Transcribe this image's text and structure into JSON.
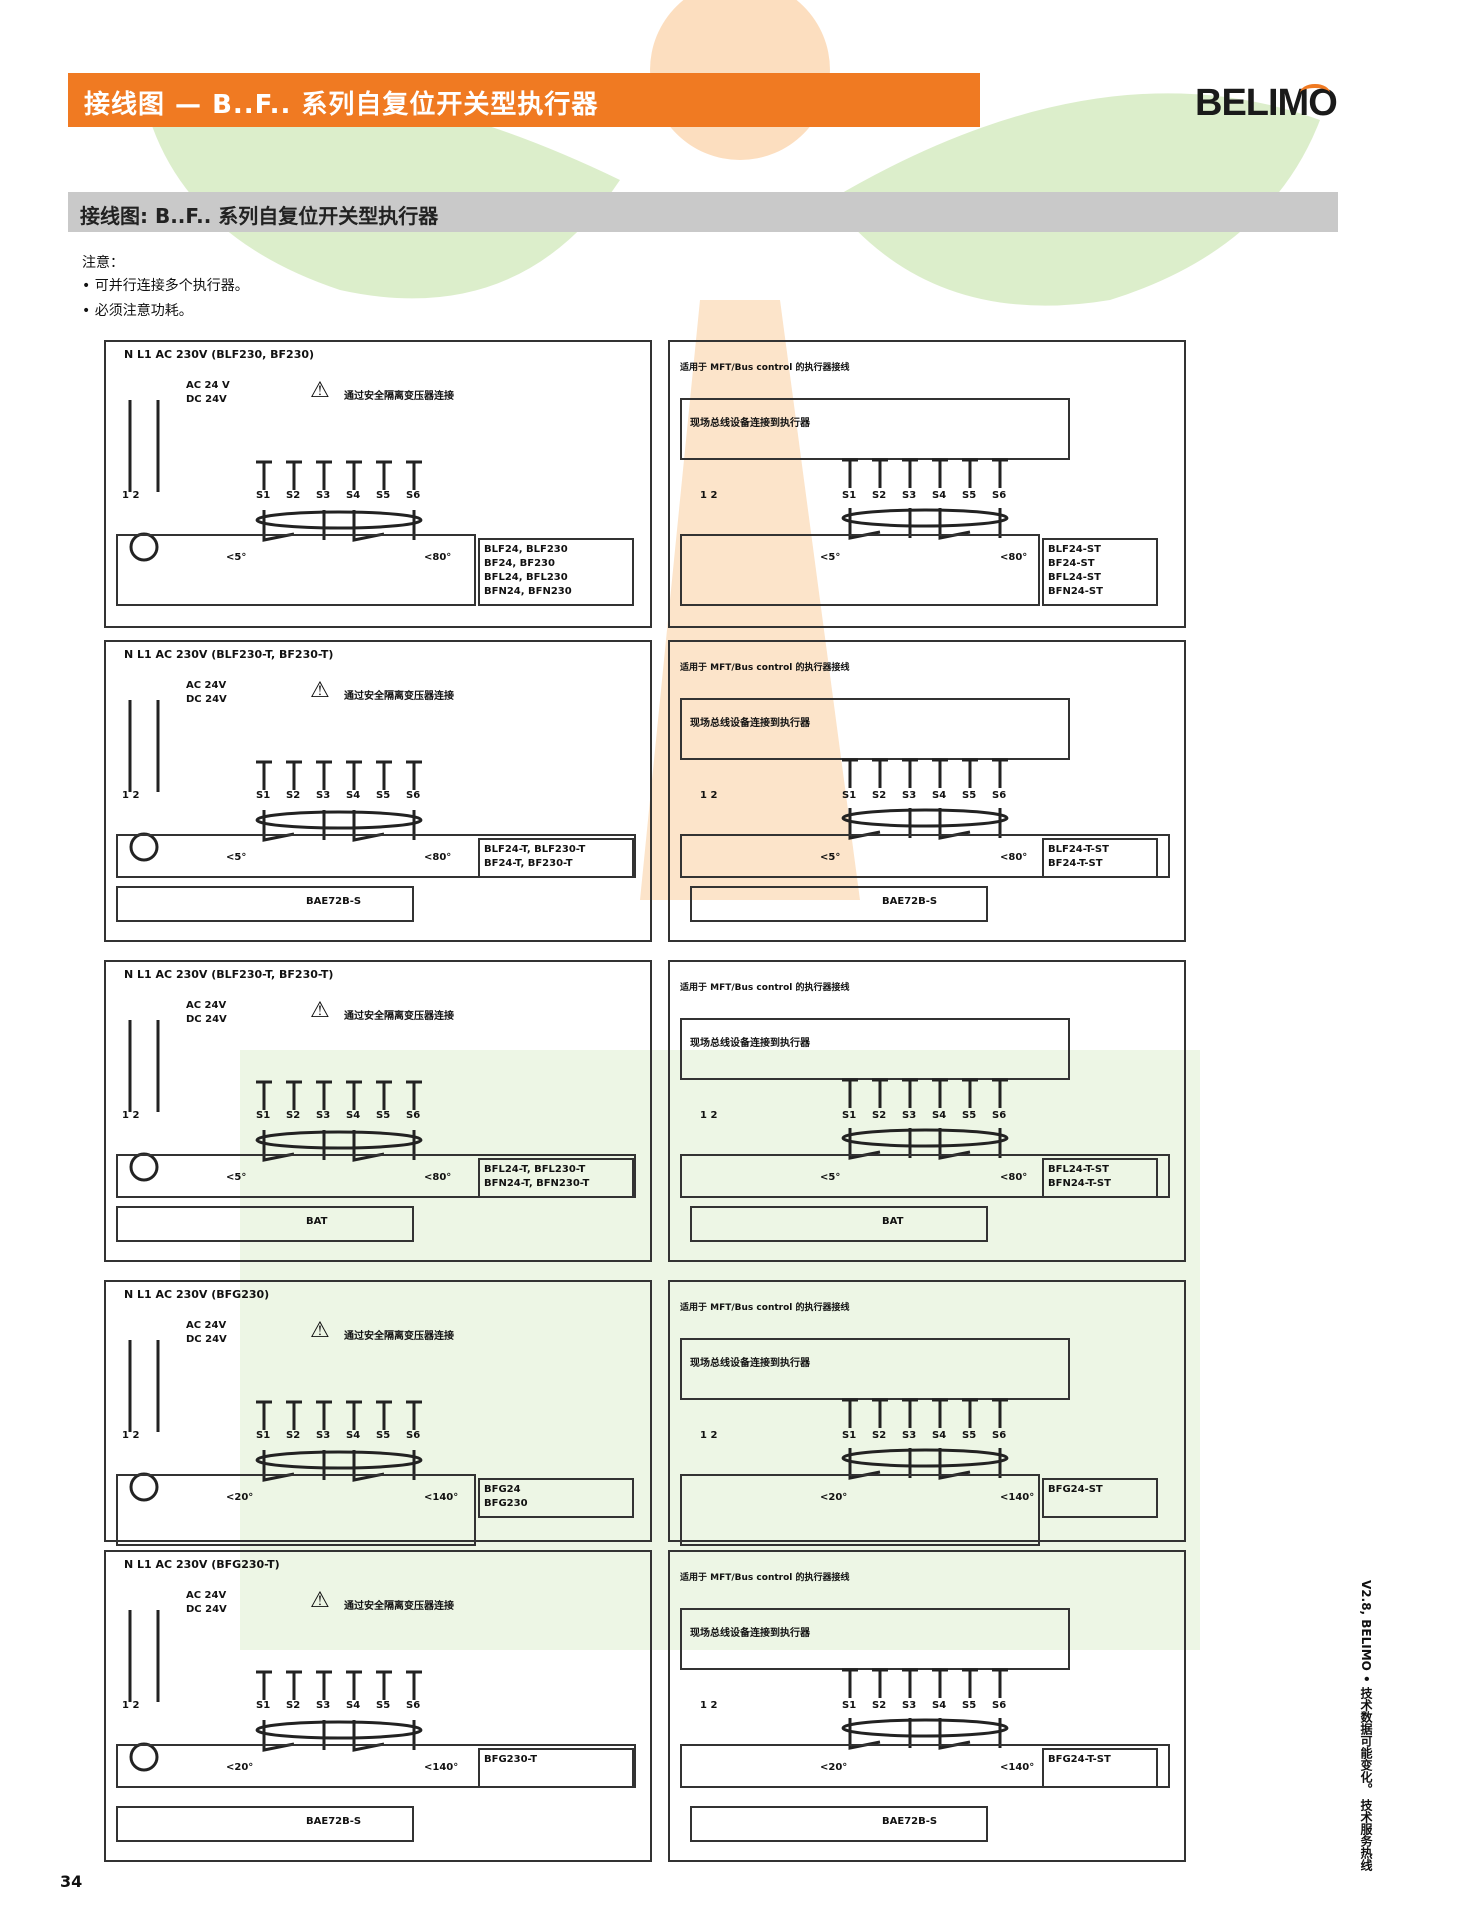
{
  "header": {
    "title": "接线图 — B..F.. 系列自复位开关型执行器",
    "brand": "BELIMO",
    "accent": "#f07a22"
  },
  "section": {
    "title": "接线图: B..F.. 系列自复位开关型执行器"
  },
  "notes": {
    "heading": "注意：",
    "items": [
      "可并行连接多个执行器。",
      "必须注意功耗。"
    ]
  },
  "left_panels": [
    {
      "supply": "N  L1     AC 230V (BLF230, BF230)",
      "ac": "AC 24 V",
      "dc": "DC 24V",
      "warning": "通过安全隔离变压器连接",
      "terminals": [
        "S1",
        "S2",
        "S3",
        "S4",
        "S5",
        "S6"
      ],
      "angle_min": "<5°",
      "angle_max": "<80°",
      "models": [
        "BLF24, BLF230",
        "BF24, BF230",
        "BFL24, BFL230",
        "BFN24, BFN230"
      ],
      "accessory": ""
    },
    {
      "supply": "N  L1     AC 230V (BLF230-T, BF230-T)",
      "ac": "AC 24V",
      "dc": "DC 24V",
      "warning": "通过安全隔离变压器连接",
      "terminals": [
        "S1",
        "S2",
        "S3",
        "S4",
        "S5",
        "S6"
      ],
      "angle_min": "<5°",
      "angle_max": "<80°",
      "models": [
        "BLF24-T, BLF230-T",
        "BF24-T, BF230-T"
      ],
      "accessory": "BAE72B-S"
    },
    {
      "supply": "N  L1     AC 230V (BLF230-T, BF230-T)",
      "ac": "AC 24V",
      "dc": "DC 24V",
      "warning": "通过安全隔离变压器连接",
      "terminals": [
        "S1",
        "S2",
        "S3",
        "S4",
        "S5",
        "S6"
      ],
      "angle_min": "<5°",
      "angle_max": "<80°",
      "models": [
        "BFL24-T, BFL230-T",
        "BFN24-T, BFN230-T"
      ],
      "accessory": "BAT"
    },
    {
      "supply": "N  L1     AC 230V (BFG230)",
      "ac": "AC 24V",
      "dc": "DC 24V",
      "warning": "通过安全隔离变压器连接",
      "terminals": [
        "S1",
        "S2",
        "S3",
        "S4",
        "S5",
        "S6"
      ],
      "angle_min": "<20°",
      "angle_max": "<140°",
      "models": [
        "BFG24",
        "BFG230"
      ],
      "accessory": ""
    },
    {
      "supply": "N  L1     AC 230V (BFG230-T)",
      "ac": "AC 24V",
      "dc": "DC 24V",
      "warning": "通过安全隔离变压器连接",
      "terminals": [
        "S1",
        "S2",
        "S3",
        "S4",
        "S5",
        "S6"
      ],
      "angle_min": "<20°",
      "angle_max": "<140°",
      "models": [
        "BFG230-T"
      ],
      "accessory": "BAE72B-S"
    }
  ],
  "right_panels": [
    {
      "head": "适用于 MFT/Bus control 的执行器接线",
      "inner": "现场总线设备连接到执行器",
      "terminals": [
        "S1",
        "S2",
        "S3",
        "S4",
        "S5",
        "S6"
      ],
      "angle_min": "<5°",
      "angle_max": "<80°",
      "models": [
        "BLF24-ST",
        "BF24-ST",
        "BFL24-ST",
        "BFN24-ST"
      ],
      "accessory": ""
    },
    {
      "head": "适用于 MFT/Bus control 的执行器接线",
      "inner": "现场总线设备连接到执行器",
      "terminals": [
        "S1",
        "S2",
        "S3",
        "S4",
        "S5",
        "S6"
      ],
      "angle_min": "<5°",
      "angle_max": "<80°",
      "models": [
        "BLF24-T-ST",
        "BF24-T-ST"
      ],
      "accessory": "BAE72B-S"
    },
    {
      "head": "适用于 MFT/Bus control 的执行器接线",
      "inner": "现场总线设备连接到执行器",
      "terminals": [
        "S1",
        "S2",
        "S3",
        "S4",
        "S5",
        "S6"
      ],
      "angle_min": "<5°",
      "angle_max": "<80°",
      "models": [
        "BFL24-T-ST",
        "BFN24-T-ST"
      ],
      "accessory": "BAT"
    },
    {
      "head": "适用于 MFT/Bus control 的执行器接线",
      "inner": "现场总线设备连接到执行器",
      "terminals": [
        "S1",
        "S2",
        "S3",
        "S4",
        "S5",
        "S6"
      ],
      "angle_min": "<20°",
      "angle_max": "<140°",
      "models": [
        "BFG24-ST"
      ],
      "accessory": ""
    },
    {
      "head": "适用于 MFT/Bus control 的执行器接线",
      "inner": "现场总线设备连接到执行器",
      "terminals": [
        "S1",
        "S2",
        "S3",
        "S4",
        "S5",
        "S6"
      ],
      "angle_min": "<20°",
      "angle_max": "<140°",
      "models": [
        "BFG24-T-ST"
      ],
      "accessory": "BAE72B-S"
    }
  ],
  "page_number": "34",
  "side_text": "V2.8, BELIMO • 技术数据可能变化。 技术服务热线"
}
